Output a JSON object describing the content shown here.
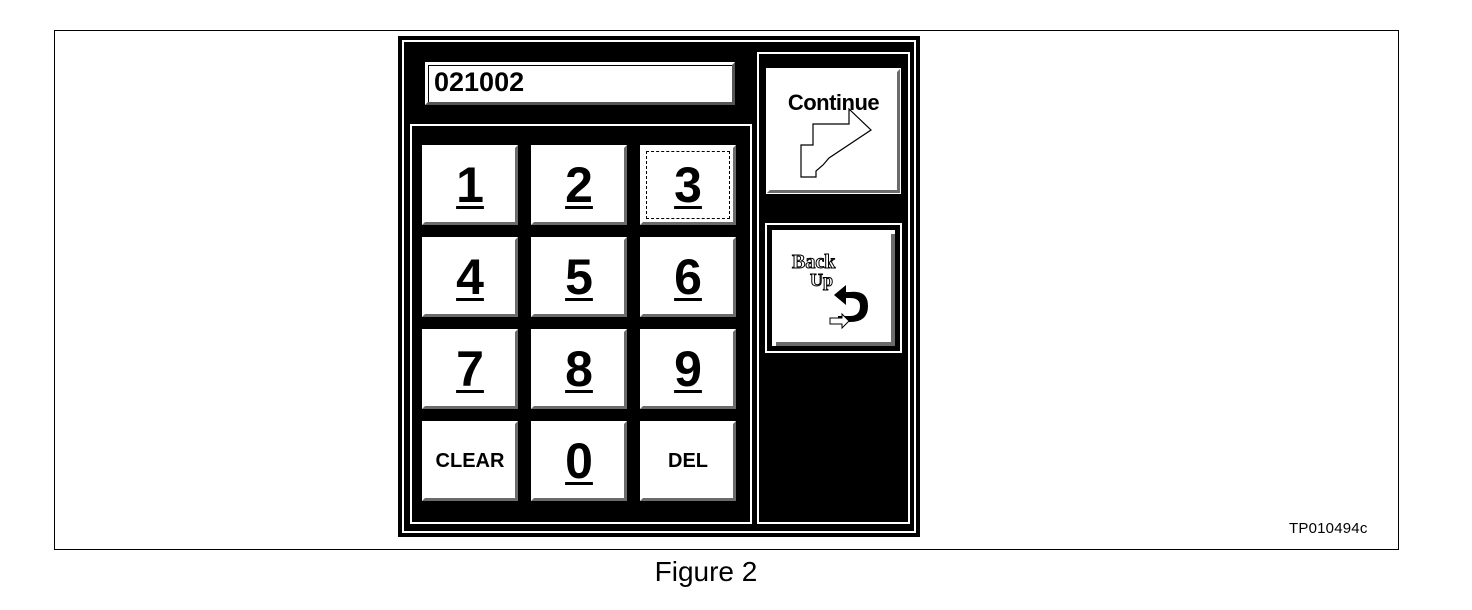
{
  "input": {
    "value": "021002"
  },
  "keypad": {
    "keys": [
      {
        "label": "1",
        "kind": "digit"
      },
      {
        "label": "2",
        "kind": "digit"
      },
      {
        "label": "3",
        "kind": "digit",
        "focused": true
      },
      {
        "label": "4",
        "kind": "digit"
      },
      {
        "label": "5",
        "kind": "digit"
      },
      {
        "label": "6",
        "kind": "digit"
      },
      {
        "label": "7",
        "kind": "digit"
      },
      {
        "label": "8",
        "kind": "digit"
      },
      {
        "label": "9",
        "kind": "digit"
      },
      {
        "label": "CLEAR",
        "kind": "word"
      },
      {
        "label": "0",
        "kind": "digit"
      },
      {
        "label": "DEL",
        "kind": "word"
      }
    ]
  },
  "actions": {
    "continue_label": "Continue",
    "continue_icon": "arrow-right-icon",
    "backup_line1": "Back",
    "backup_line2": "Up",
    "backup_icon": "u-turn-arrow-icon"
  },
  "figure": {
    "id": "TP010494c",
    "caption": "Figure 2"
  },
  "colors": {
    "screen": "#000000",
    "button": "#ffffff",
    "shadow": "#6b6b6b"
  }
}
